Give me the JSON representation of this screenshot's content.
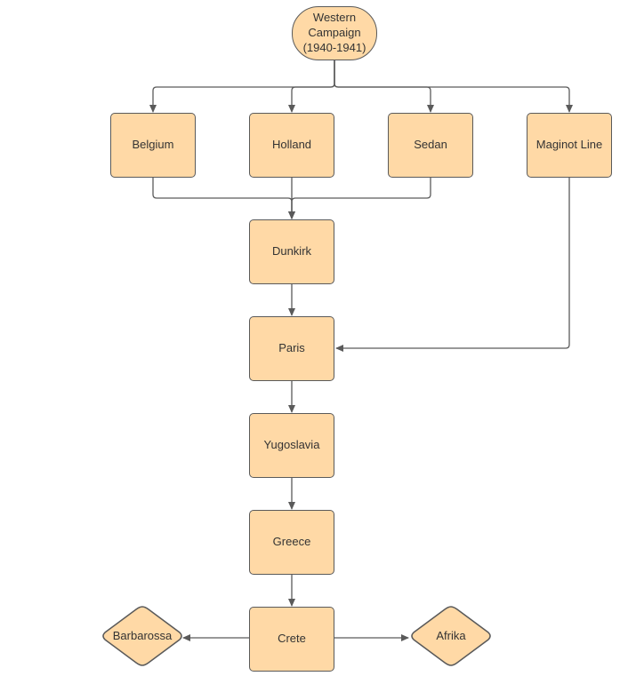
{
  "colors": {
    "node_fill": "#FFD9A6",
    "stroke": "#5A5A5A",
    "text": "#333333"
  },
  "nodes": {
    "western_campaign": "Western\nCampaign\n(1940-1941)",
    "belgium": "Belgium",
    "holland": "Holland",
    "sedan": "Sedan",
    "maginot_line": "Maginot Line",
    "dunkirk": "Dunkirk",
    "paris": "Paris",
    "yugoslavia": "Yugoslavia",
    "greece": "Greece",
    "crete": "Crete",
    "barbarossa": "Barbarossa",
    "afrika": "Afrika"
  },
  "edges": [
    {
      "from": "western_campaign",
      "to": "belgium"
    },
    {
      "from": "western_campaign",
      "to": "holland"
    },
    {
      "from": "western_campaign",
      "to": "sedan"
    },
    {
      "from": "western_campaign",
      "to": "maginot_line"
    },
    {
      "from": "belgium",
      "to": "dunkirk"
    },
    {
      "from": "holland",
      "to": "dunkirk"
    },
    {
      "from": "sedan",
      "to": "dunkirk"
    },
    {
      "from": "maginot_line",
      "to": "paris"
    },
    {
      "from": "dunkirk",
      "to": "paris"
    },
    {
      "from": "paris",
      "to": "yugoslavia"
    },
    {
      "from": "yugoslavia",
      "to": "greece"
    },
    {
      "from": "greece",
      "to": "crete"
    },
    {
      "from": "crete",
      "to": "barbarossa"
    },
    {
      "from": "crete",
      "to": "afrika"
    }
  ]
}
